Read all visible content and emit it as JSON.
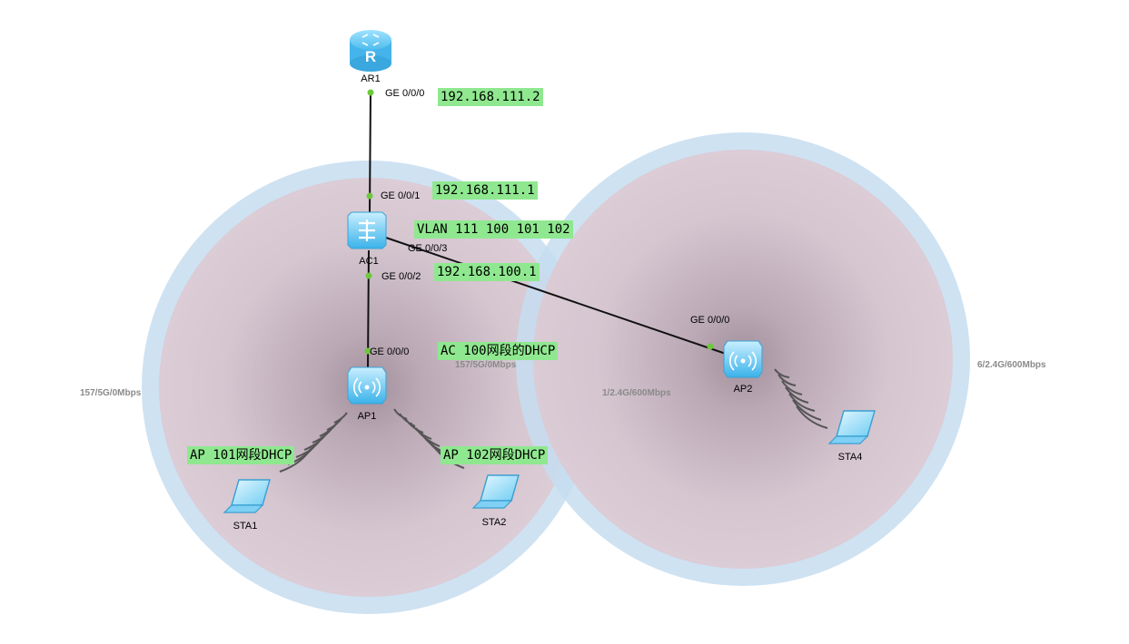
{
  "devices": {
    "ar1": "AR1",
    "ac1": "AC1",
    "ap1": "AP1",
    "ap2": "AP2",
    "sta1": "STA1",
    "sta2": "STA2",
    "sta4": "STA4"
  },
  "ports": {
    "ar1_g000": "GE 0/0/0",
    "ac1_g001": "GE 0/0/1",
    "ac1_g003": "GE 0/0/3",
    "ac1_g002": "GE 0/0/2",
    "ap1_g000": "GE 0/0/0",
    "ap2_g000": "GE 0/0/0"
  },
  "rates": {
    "ap1_left": "157/5G/0Mbps",
    "ap1_right": "157/5G/0Mbps",
    "ap2_left": "1/2.4G/600Mbps",
    "ap2_right": "6/2.4G/600Mbps"
  },
  "notes": {
    "ar1_ip": "192.168.111.2",
    "ac1_ip_up": "192.168.111.1",
    "vlans": "VLAN 111 100 101 102",
    "ac1_ip_down": "192.168.100.1",
    "ac_dhcp": "AC 100网段的DHCP",
    "ap101_dhcp": "AP 101网段DHCP",
    "ap102_dhcp": "AP 102网段DHCP"
  },
  "colors": {
    "coverage_fill": "#d7c4cd",
    "coverage_ring": "#b9d6ee",
    "device_blue": "#5ec3f0",
    "port_dot": "#6dc83b",
    "note_bg": "#8fe88f"
  }
}
